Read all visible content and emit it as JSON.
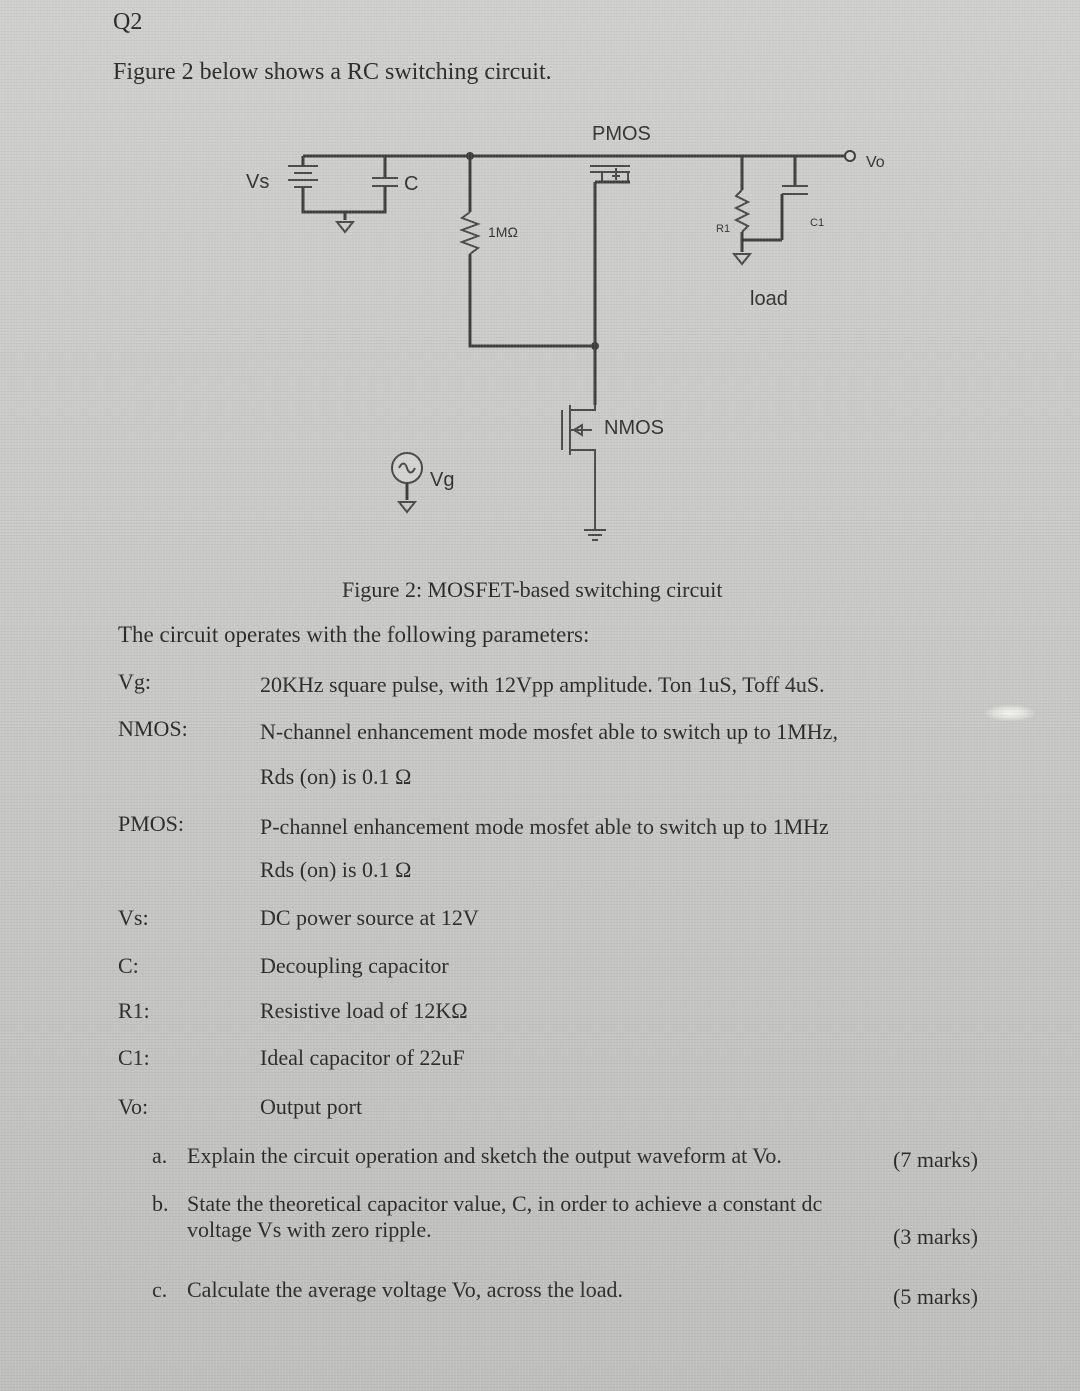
{
  "question": {
    "number": "Q2",
    "intro": "Figure 2 below shows a RC switching circuit."
  },
  "figure": {
    "labels": {
      "pmos": "PMOS",
      "vo": "Vo",
      "vs": "Vs",
      "c": "C",
      "resistor": "1MΩ",
      "r1": "R1",
      "c1": "C1",
      "load": "load",
      "nmos": "NMOS",
      "vg": "Vg"
    },
    "caption": "Figure 2: MOSFET-based switching circuit"
  },
  "parameters": {
    "lead": "The circuit operates with the following parameters:",
    "rows": [
      {
        "label": "Vg:",
        "lines": [
          "20KHz square pulse, with 12Vpp amplitude. Ton 1uS, Toff 4uS."
        ]
      },
      {
        "label": "NMOS:",
        "lines": [
          "N-channel enhancement mode mosfet able to switch up to 1MHz,",
          "Rds (on) is 0.1 Ω"
        ]
      },
      {
        "label": "PMOS:",
        "lines": [
          "P-channel enhancement mode mosfet able to switch up to 1MHz",
          "Rds (on) is 0.1 Ω"
        ]
      },
      {
        "label": "Vs:",
        "lines": [
          "DC power source at 12V"
        ]
      },
      {
        "label": "C:",
        "lines": [
          "Decoupling capacitor"
        ]
      },
      {
        "label": "R1:",
        "lines": [
          "Resistive load of 12KΩ"
        ]
      },
      {
        "label": "C1:",
        "lines": [
          "Ideal capacitor of 22uF"
        ]
      },
      {
        "label": "Vo:",
        "lines": [
          "Output port"
        ]
      }
    ]
  },
  "subquestions": [
    {
      "letter": "a.",
      "lines": [
        "Explain the circuit operation and sketch the output waveform at Vo."
      ],
      "marks": "(7 marks)"
    },
    {
      "letter": "b.",
      "lines": [
        "State the theoretical capacitor value, C, in order to achieve a constant dc",
        "voltage Vs with zero ripple."
      ],
      "marks": "(3 marks)"
    },
    {
      "letter": "c.",
      "lines": [
        "Calculate the average voltage Vo, across the load."
      ],
      "marks": "(5 marks)"
    }
  ]
}
